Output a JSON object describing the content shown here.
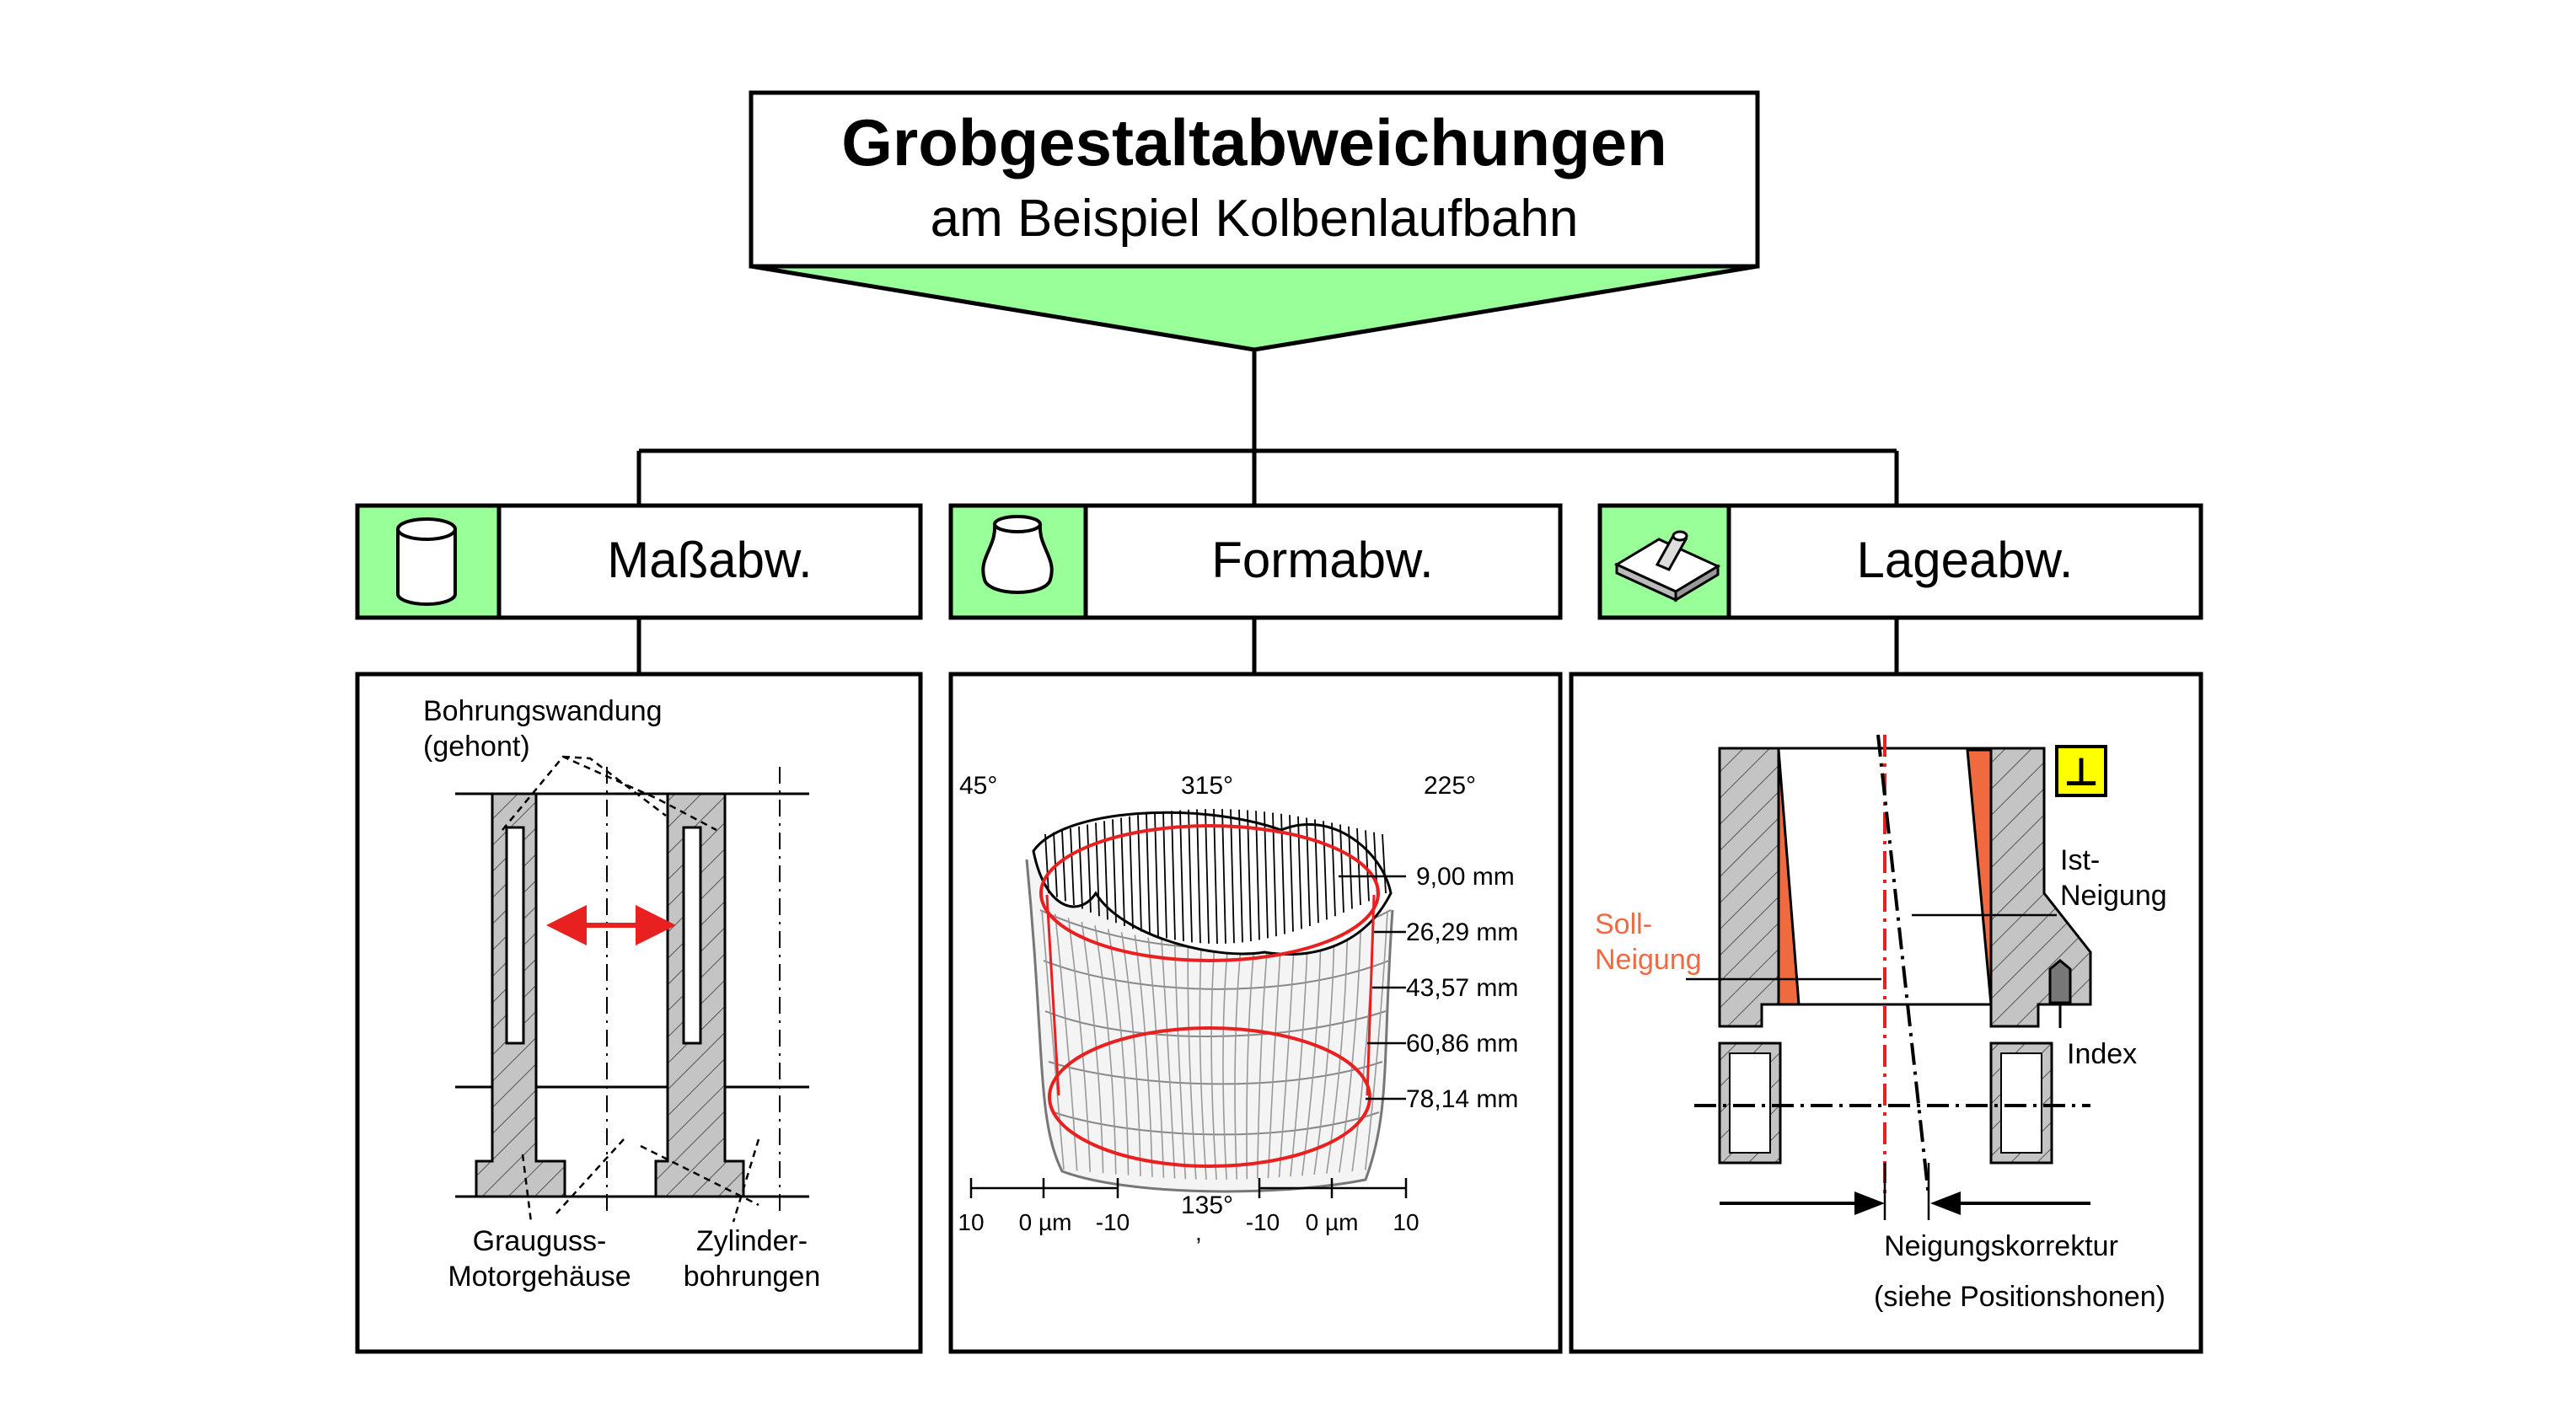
{
  "title": {
    "main": "Grobgestaltabweichungen",
    "sub": "am Beispiel Kolbenlaufbahn"
  },
  "colors": {
    "green": "#99ff99",
    "green_dark": "#66ee66",
    "red": "#e82020",
    "orange": "#f06a40",
    "hatch_fill": "#c4c4c4",
    "yellow": "#ffff00"
  },
  "categories": [
    {
      "label": "Maßabw.",
      "icon": "cylinder-icon"
    },
    {
      "label": "Formabw.",
      "icon": "vase-icon"
    },
    {
      "label": "Lageabw.",
      "icon": "tilted-pin-icon"
    }
  ],
  "panel_mass": {
    "wall_label_1": "Bohrungswandung",
    "wall_label_2": "(gehont)",
    "housing_1": "Grauguss-",
    "housing_2": "Motorgehäuse",
    "bore_1": "Zylinder-",
    "bore_2": "bohrungen"
  },
  "panel_form": {
    "angles": [
      "45°",
      "315°",
      "225°",
      "135°"
    ],
    "depths": [
      "9,00 mm",
      "26,29 mm",
      "43,57 mm",
      "60,86 mm",
      "78,14 mm"
    ],
    "scale_left": [
      "10",
      "0 µm",
      "-10"
    ],
    "scale_right": [
      "-10",
      "0 µm",
      "10"
    ],
    "mark": ","
  },
  "panel_lage": {
    "perp_symbol": "⊥",
    "ist_1": "Ist-",
    "ist_2": "Neigung",
    "soll_1": "Soll-",
    "soll_2": "Neigung",
    "index": "Index",
    "korrektur": "Neigungskorrektur",
    "hinweis": "(siehe Positionshonen)"
  }
}
